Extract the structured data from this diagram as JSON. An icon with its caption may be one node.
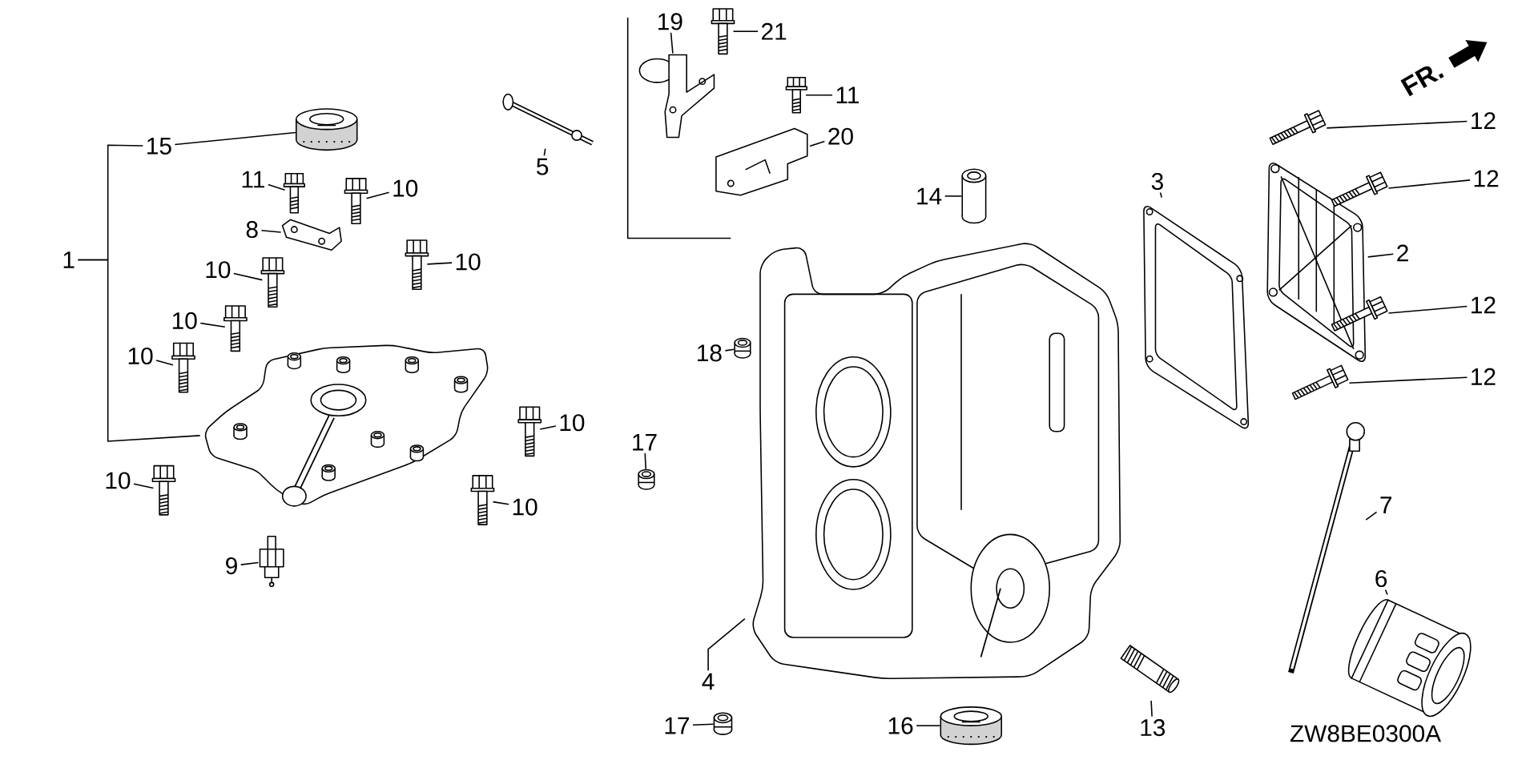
{
  "diagram": {
    "nodes": [
      {
        "text": [
          "19"
        ]
      },
      {
        "text": [],
        "shape": "picture"
      },
      {
        "text": [
          "21"
        ]
      },
      {
        "text": [],
        "shape": "picture"
      },
      {
        "text": [
          "11"
        ]
      },
      {
        "text": [],
        "shape": "picture"
      },
      {
        "text": [
          "12"
        ]
      },
      {
        "text": [],
        "shape": "picture"
      },
      {
        "text": [
          "15"
        ]
      },
      {
        "text": [],
        "shape": "picture"
      },
      {
        "text": [
          "5"
        ]
      },
      {
        "text": [],
        "shape": "picture"
      },
      {
        "text": [
          "20"
        ]
      },
      {
        "text": [],
        "shape": "picture"
      },
      {
        "text": [
          "11"
        ]
      },
      {
        "text": [],
        "shape": "picture"
      },
      {
        "text": [
          "12"
        ]
      },
      {
        "text": [],
        "shape": "picture"
      },
      {
        "text": [
          "10"
        ]
      },
      {
        "text": [],
        "shape": "picture"
      },
      {
        "text": [
          "14"
        ]
      },
      {
        "text": [],
        "shape": "picture"
      },
      {
        "text": [
          "3"
        ]
      },
      {
        "text": [],
        "shape": "picture"
      },
      {
        "text": [
          "8"
        ]
      },
      {
        "text": [],
        "shape": "picture"
      },
      {
        "text": [
          "10"
        ]
      },
      {
        "text": [],
        "shape": "picture"
      },
      {
        "text": [
          "1"
        ]
      },
      {
        "text": [],
        "shape": "picture"
      },
      {
        "text": [
          "10"
        ]
      },
      {
        "text": [],
        "shape": "picture"
      },
      {
        "text": [
          "2"
        ]
      },
      {
        "text": [],
        "shape": "picture"
      },
      {
        "text": [
          "12"
        ]
      },
      {
        "text": [],
        "shape": "picture"
      },
      {
        "text": [
          "10"
        ]
      },
      {
        "text": [],
        "shape": "picture"
      },
      {
        "text": [
          "18"
        ]
      },
      {
        "text": [],
        "shape": "picture"
      },
      {
        "text": [
          "10"
        ]
      },
      {
        "text": [],
        "shape": "picture"
      },
      {
        "text": [
          "12"
        ]
      },
      {
        "text": [],
        "shape": "picture"
      },
      {
        "text": [
          "10"
        ]
      },
      {
        "text": [],
        "shape": "picture"
      },
      {
        "text": [
          "17"
        ]
      },
      {
        "text": [],
        "shape": "picture"
      },
      {
        "text": [
          "10"
        ]
      },
      {
        "text": [],
        "shape": "picture"
      },
      {
        "text": [
          "7"
        ]
      },
      {
        "text": [],
        "shape": "picture"
      },
      {
        "text": [
          "10"
        ]
      },
      {
        "text": [],
        "shape": "picture"
      },
      {
        "text": [
          "9"
        ]
      },
      {
        "text": [],
        "shape": "picture"
      },
      {
        "text": [
          "6"
        ]
      },
      {
        "text": [],
        "shape": "picture"
      },
      {
        "text": [
          "4"
        ]
      },
      {
        "text": [],
        "shape": "picture"
      },
      {
        "text": [
          "17"
        ]
      },
      {
        "text": [],
        "shape": "picture"
      },
      {
        "text": [
          "16"
        ]
      },
      {
        "text": [],
        "shape": "picture"
      },
      {
        "text": [
          "13"
        ]
      },
      {
        "text": [],
        "shape": "picture"
      }
    ],
    "edges": [
      {
        "from": 0,
        "to": 1,
        "arrow": "none"
      },
      {
        "from": 2,
        "to": 3,
        "arrow": "none"
      },
      {
        "from": 4,
        "to": 5,
        "arrow": "none"
      },
      {
        "from": 6,
        "to": 7,
        "arrow": "none"
      },
      {
        "from": 8,
        "to": 9,
        "arrow": "none"
      },
      {
        "from": 10,
        "to": 11,
        "arrow": "none"
      },
      {
        "from": 12,
        "to": 13,
        "arrow": "none"
      },
      {
        "from": 14,
        "to": 15,
        "arrow": "none"
      },
      {
        "from": 16,
        "to": 17,
        "arrow": "none"
      },
      {
        "from": 18,
        "to": 19,
        "arrow": "none"
      },
      {
        "from": 20,
        "to": 21,
        "arrow": "none"
      },
      {
        "from": 22,
        "to": 23,
        "arrow": "none"
      },
      {
        "from": 24,
        "to": 25,
        "arrow": "none"
      },
      {
        "from": 26,
        "to": 27,
        "arrow": "none"
      },
      {
        "from": 28,
        "to": 29,
        "arrow": "none"
      },
      {
        "from": 30,
        "to": 31,
        "arrow": "none"
      },
      {
        "from": 32,
        "to": 33,
        "arrow": "none"
      },
      {
        "from": 34,
        "to": 35,
        "arrow": "none"
      },
      {
        "from": 36,
        "to": 37,
        "arrow": "none"
      },
      {
        "from": 38,
        "to": 39,
        "arrow": "none"
      },
      {
        "from": 40,
        "to": 41,
        "arrow": "none"
      },
      {
        "from": 42,
        "to": 43,
        "arrow": "none"
      },
      {
        "from": 44,
        "to": 45,
        "arrow": "none"
      },
      {
        "from": 46,
        "to": 47,
        "arrow": "none"
      },
      {
        "from": 48,
        "to": 49,
        "arrow": "none"
      },
      {
        "from": 50,
        "to": 51,
        "arrow": "none"
      },
      {
        "from": 52,
        "to": 53,
        "arrow": "none"
      },
      {
        "from": 54,
        "to": 55,
        "arrow": "none"
      },
      {
        "from": 56,
        "to": 57,
        "arrow": "none"
      },
      {
        "from": 58,
        "to": 59,
        "arrow": "none"
      },
      {
        "from": 60,
        "to": 61,
        "arrow": "none"
      },
      {
        "from": 62,
        "to": 63,
        "arrow": "none"
      },
      {
        "from": 64,
        "to": 65,
        "arrow": "none"
      },
      {
        "from": 28,
        "to": 8,
        "arrow": "none"
      }
    ],
    "labels": [
      "FR.",
      "ZW8BE0300A"
    ]
  }
}
